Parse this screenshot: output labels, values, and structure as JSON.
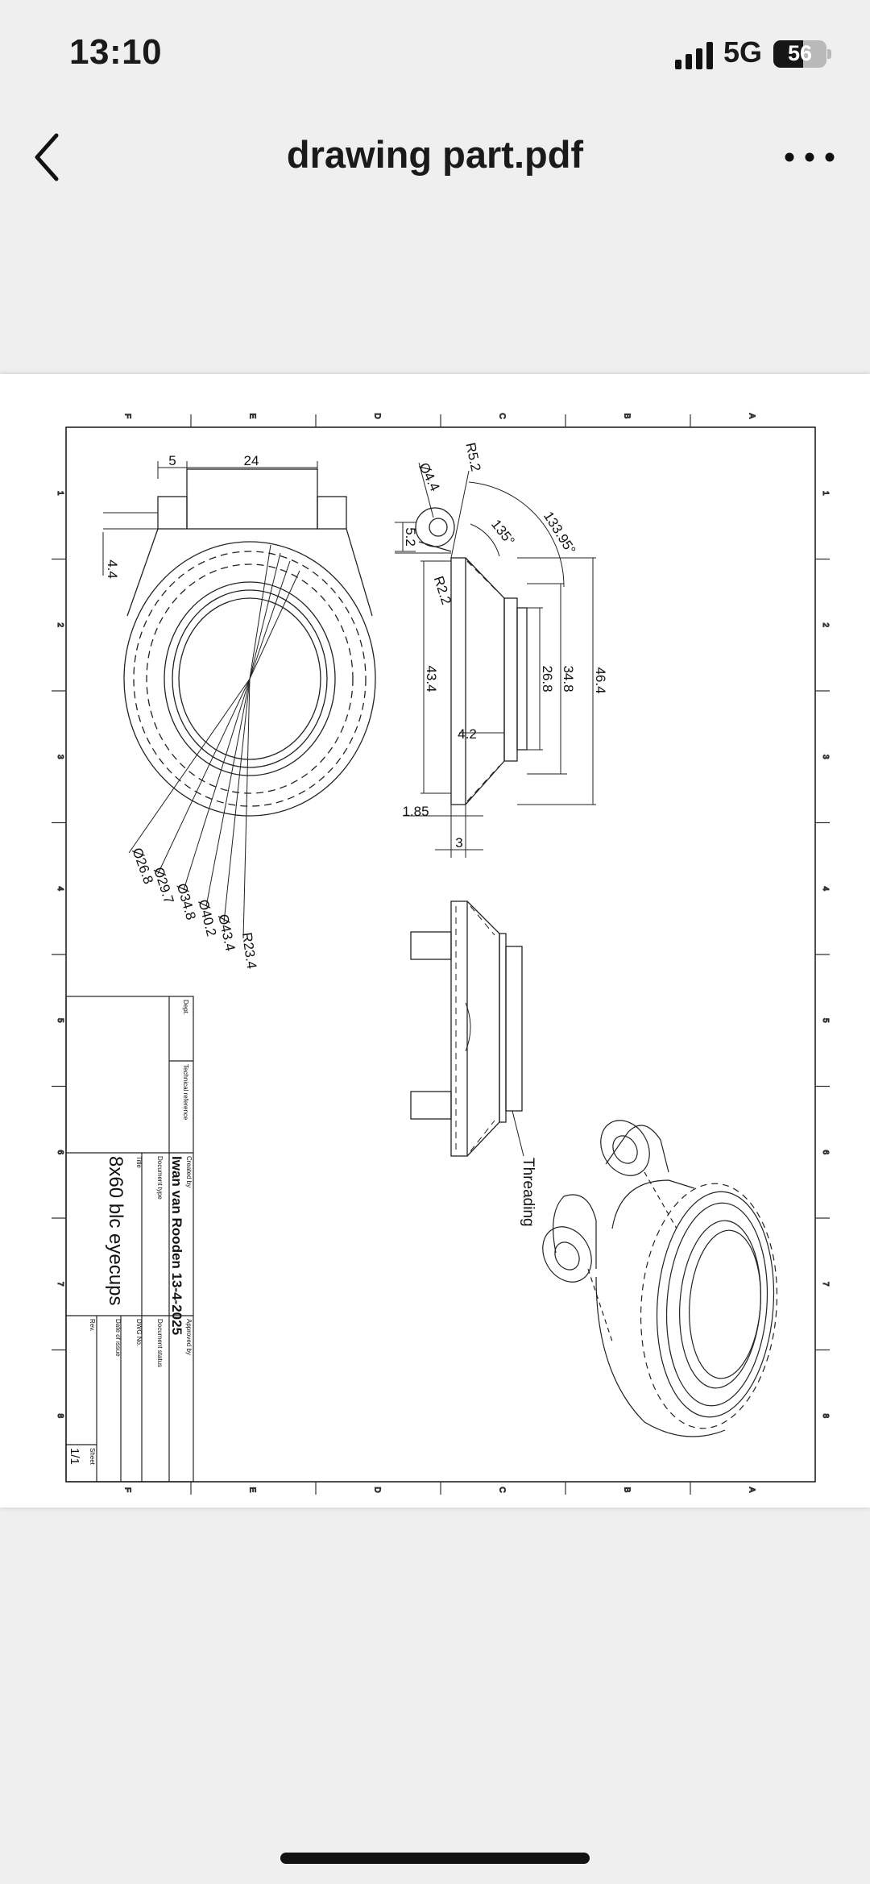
{
  "status_bar": {
    "time": "13:10",
    "network": "5G",
    "battery": "56",
    "battery_level": 0.56
  },
  "nav": {
    "title": "drawing part.pdf",
    "back_icon": "chevron-left-icon",
    "more_icon": "ellipsis-icon"
  },
  "drawing": {
    "zone_letters": [
      "F",
      "E",
      "D",
      "C",
      "B",
      "A"
    ],
    "zone_numbers": [
      "1",
      "2",
      "3",
      "4",
      "5",
      "6",
      "7",
      "8"
    ],
    "dims": {
      "d5": "5",
      "d24": "24",
      "d44": "4.4",
      "r52": "R5.2",
      "dia44": "Ø4.4",
      "d52": "5.2",
      "r22": "R2.2",
      "a135": "135°",
      "a13395": "133.95°",
      "d434": "43.4",
      "d268": "26.8",
      "d348": "34.8",
      "d464": "46.4",
      "d42": "4.2",
      "d185": "1.85",
      "d3": "3",
      "dia268": "Ø26.8",
      "dia297": "Ø29.7",
      "dia348": "Ø34.8",
      "dia402": "Ø40.2",
      "dia434": "Ø43.4",
      "r234": "R23.4"
    },
    "callout": "Threading",
    "title_block": {
      "dept_label": "Dept.",
      "tech_ref_label": "Technical reference",
      "created_by_label": "Created by",
      "created_by": "Iwan van Rooden 13-4-2025",
      "approved_by_label": "Approved by",
      "document_type_label": "Document type",
      "document_status_label": "Document status",
      "title_label": "Title",
      "title": "8x60 blc eyecups",
      "dwg_no_label": "DWG No.",
      "rev_label": "Rev.",
      "date_of_issue_label": "Date of issue",
      "sheet_label": "Sheet",
      "sheet": "1/1"
    }
  }
}
